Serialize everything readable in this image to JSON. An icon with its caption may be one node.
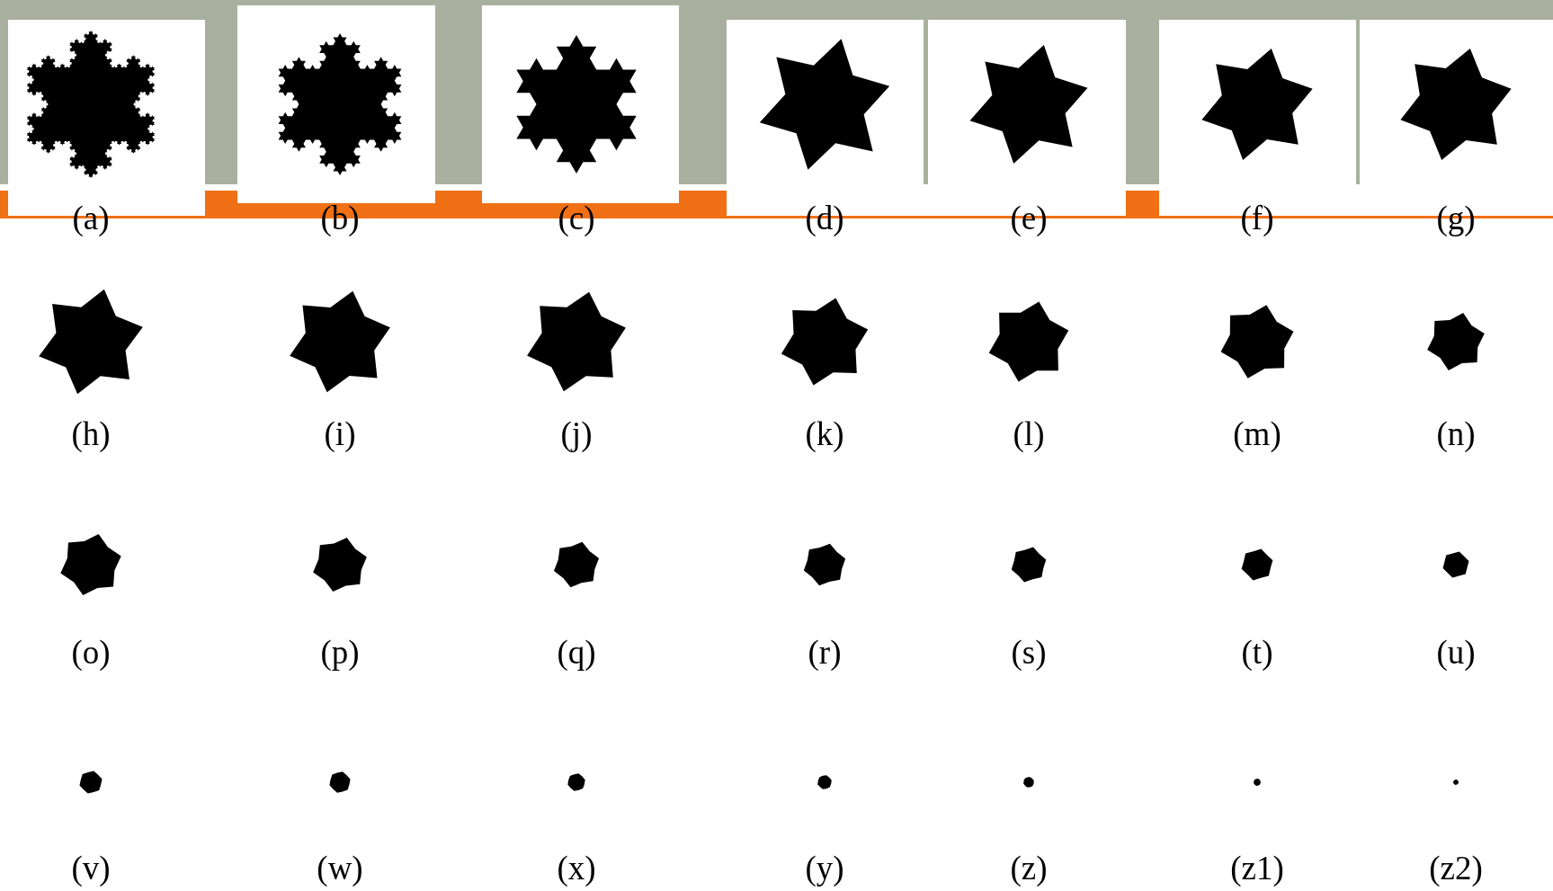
{
  "diagram": {
    "labels": [
      "(a)",
      "(b)",
      "(c)",
      "(d)",
      "(e)",
      "(f)",
      "(g)",
      "(h)",
      "(i)",
      "(j)",
      "(k)",
      "(l)",
      "(m)",
      "(n)",
      "(o)",
      "(p)",
      "(q)",
      "(r)",
      "(s)",
      "(t)",
      "(u)",
      "(v)",
      "(w)",
      "(x)",
      "(y)",
      "(z)",
      "(z1)",
      "(z2)"
    ]
  }
}
